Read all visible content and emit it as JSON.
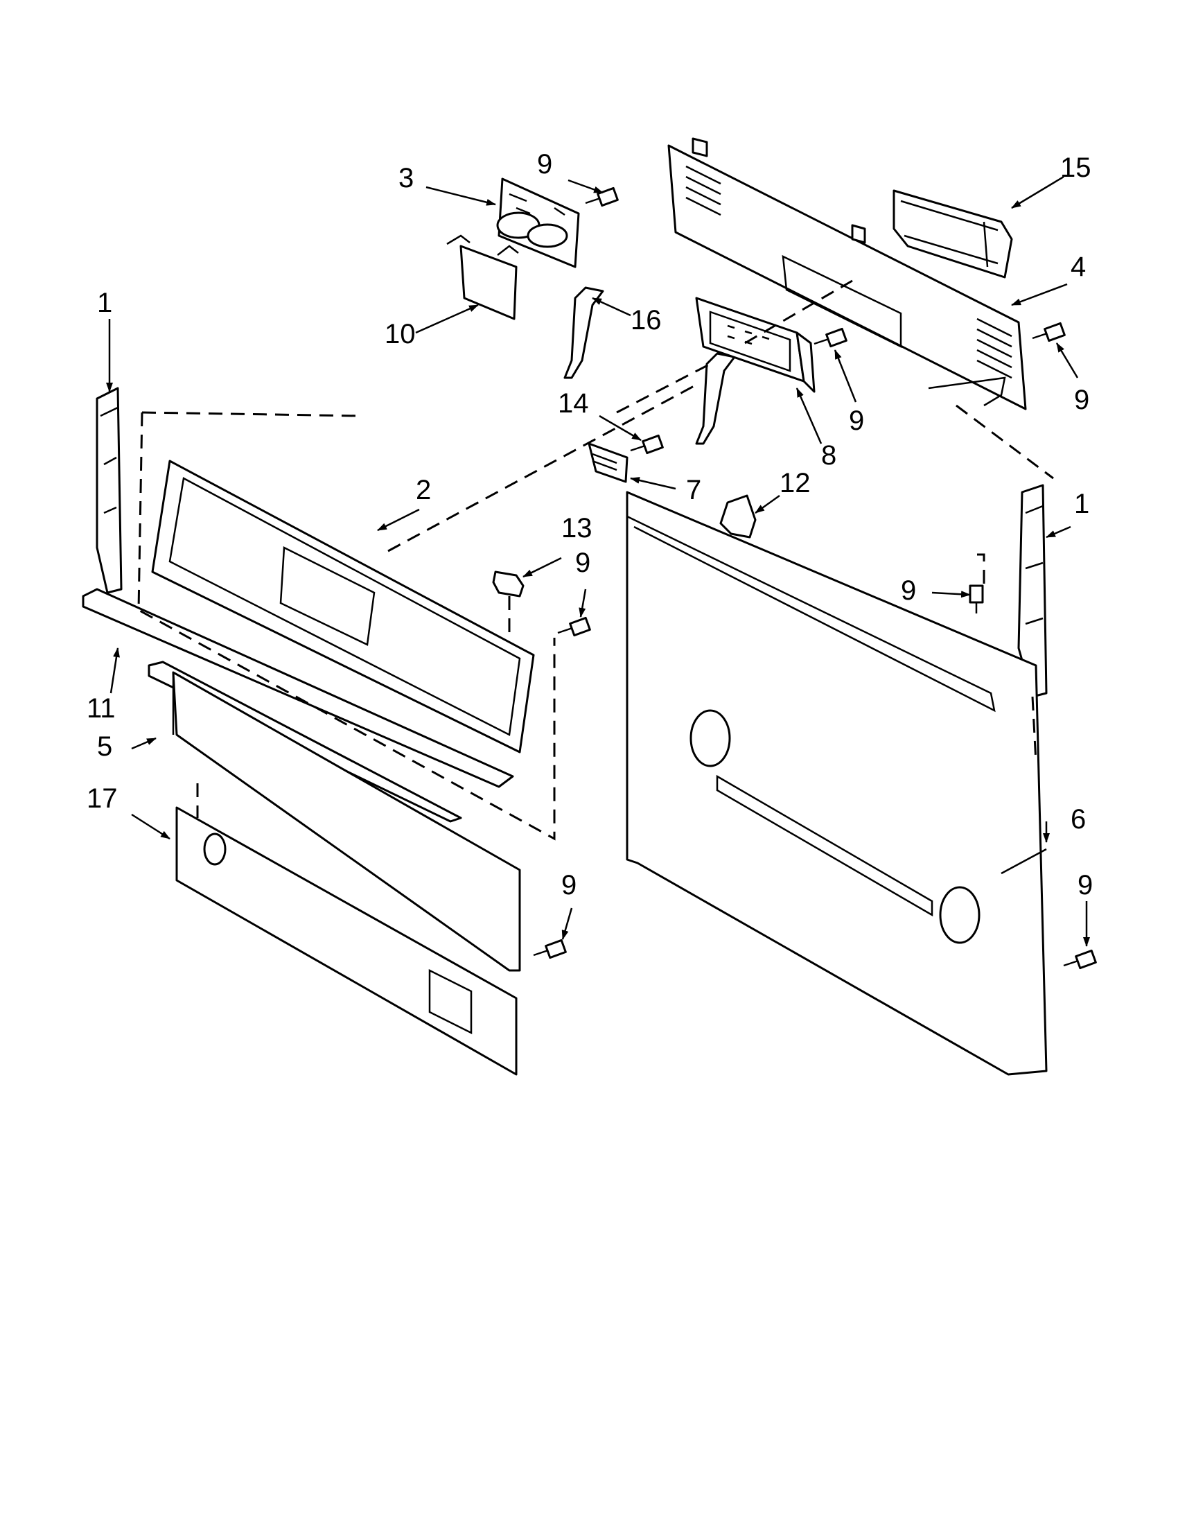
{
  "callouts": [
    {
      "id": "c1a",
      "label": "1"
    },
    {
      "id": "c1b",
      "label": "1"
    },
    {
      "id": "c2",
      "label": "2"
    },
    {
      "id": "c3",
      "label": "3"
    },
    {
      "id": "c4",
      "label": "4"
    },
    {
      "id": "c5",
      "label": "5"
    },
    {
      "id": "c6",
      "label": "6"
    },
    {
      "id": "c7",
      "label": "7"
    },
    {
      "id": "c8",
      "label": "8"
    },
    {
      "id": "c9a",
      "label": "9"
    },
    {
      "id": "c9b",
      "label": "9"
    },
    {
      "id": "c9c",
      "label": "9"
    },
    {
      "id": "c9d",
      "label": "9"
    },
    {
      "id": "c9e",
      "label": "9"
    },
    {
      "id": "c9f",
      "label": "9"
    },
    {
      "id": "c9g",
      "label": "9"
    },
    {
      "id": "c10",
      "label": "10"
    },
    {
      "id": "c11",
      "label": "11"
    },
    {
      "id": "c12",
      "label": "12"
    },
    {
      "id": "c13",
      "label": "13"
    },
    {
      "id": "c14",
      "label": "14"
    },
    {
      "id": "c15",
      "label": "15"
    },
    {
      "id": "c16",
      "label": "16"
    },
    {
      "id": "c17",
      "label": "17"
    }
  ]
}
